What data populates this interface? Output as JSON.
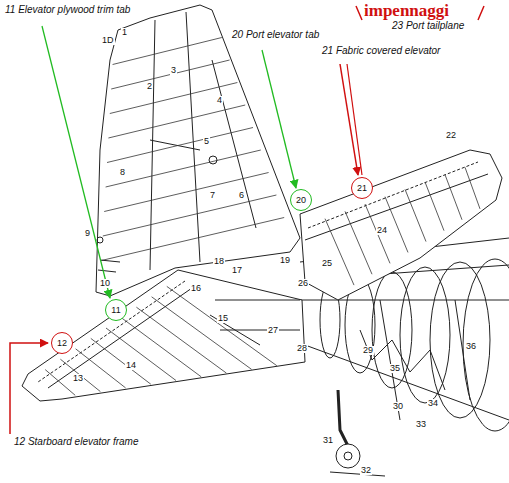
{
  "diagram": {
    "nodes": [
      {
        "text": [
          "21"
        ]
      },
      {
        "text": [
          "20"
        ]
      },
      {
        "text": [
          "11"
        ]
      },
      {
        "text": [
          "12"
        ]
      }
    ],
    "labels": [
      "11 Elevator plywood trim tab",
      "20 Port elevator tab",
      "impennaggi",
      "23 Port tailplane",
      "21 Fabric covered elevator",
      "12 Starboard elevator frame",
      "1D",
      "1",
      "2",
      "3",
      "4",
      "5",
      "6",
      "7",
      "8",
      "9",
      "10",
      "13",
      "14",
      "15",
      "16",
      "17",
      "18",
      "19",
      "22",
      "24",
      "25",
      "26",
      "27",
      "28",
      "29",
      "30",
      "31",
      "32",
      "33",
      "34",
      "35",
      "36"
    ]
  }
}
